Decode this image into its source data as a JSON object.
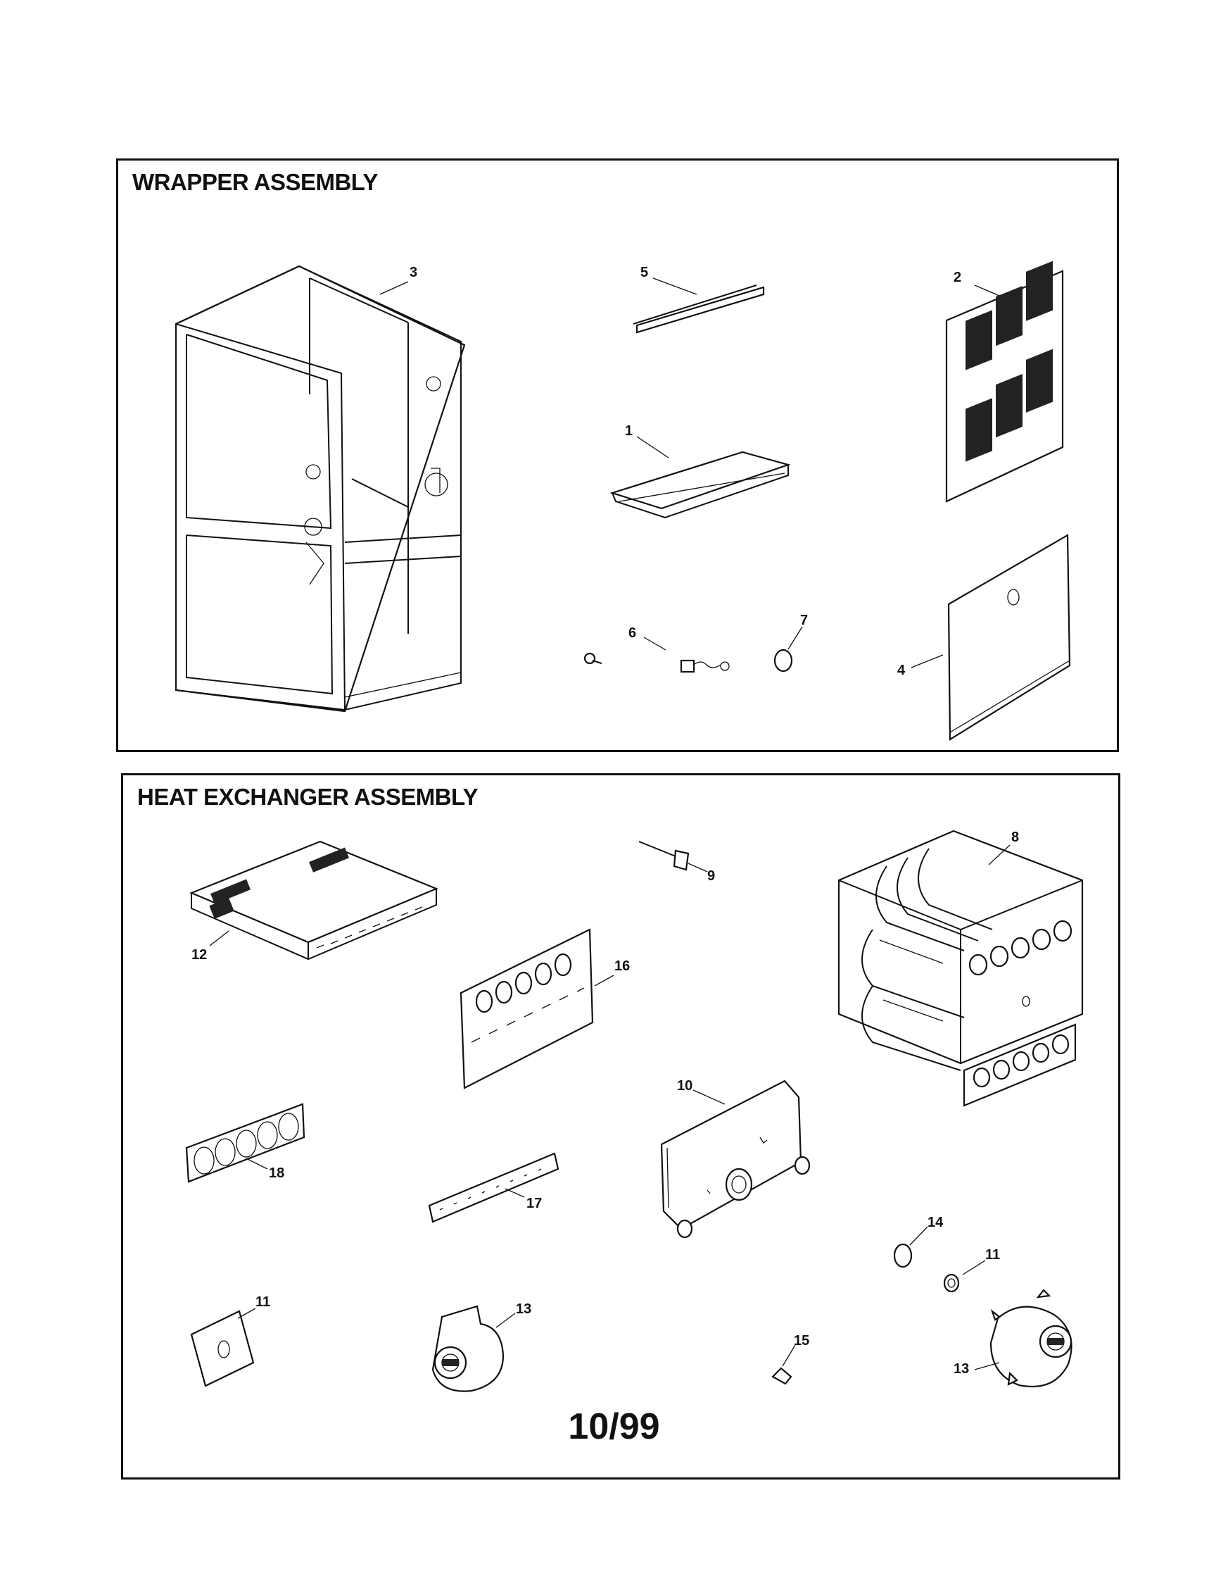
{
  "wrapper_panel": {
    "title": "WRAPPER ASSEMBLY",
    "callouts": [
      "3",
      "5",
      "2",
      "1",
      "6",
      "7",
      "4"
    ]
  },
  "heat_exchanger_panel": {
    "title": "HEAT EXCHANGER ASSEMBLY",
    "callouts": [
      "9",
      "8",
      "12",
      "16",
      "10",
      "18",
      "17",
      "14",
      "11",
      "11",
      "13",
      "15",
      "13"
    ]
  },
  "footer": {
    "page_number": "10/99"
  }
}
